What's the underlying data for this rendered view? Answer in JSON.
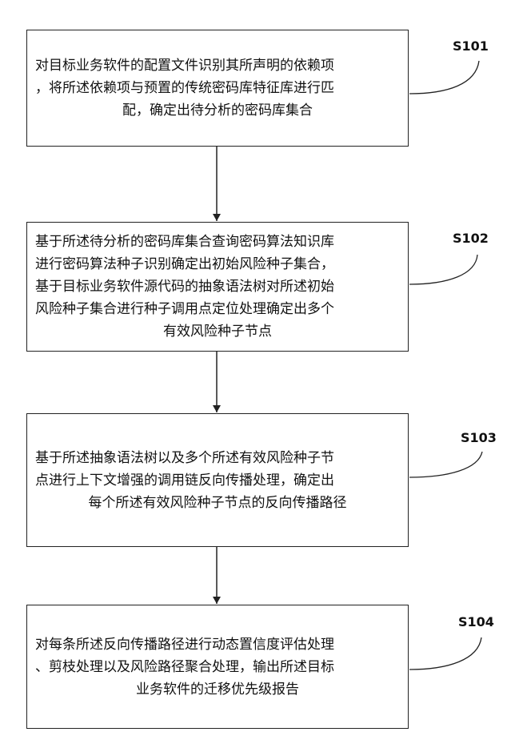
{
  "steps": [
    {
      "label": "S101",
      "lines": [
        "对目标业务软件的配置文件识别其所声明的依赖项",
        "，将所述依赖项与预置的传统密码库特征库进行匹",
        "配，确定出待分析的密码库集合"
      ]
    },
    {
      "label": "S102",
      "lines": [
        "基于所述待分析的密码库集合查询密码算法知识库",
        "进行密码算法种子识别确定出初始风险种子集合，",
        "基于目标业务软件源代码的抽象语法树对所述初始",
        "风险种子集合进行种子调用点定位处理确定出多个",
        "有效风险种子节点"
      ]
    },
    {
      "label": "S103",
      "lines": [
        "基于所述抽象语法树以及多个所述有效风险种子节",
        "点进行上下文增强的调用链反向传播处理，确定出",
        "每个所述有效风险种子节点的反向传播路径"
      ]
    },
    {
      "label": "S104",
      "lines": [
        "对每条所述反向传播路径进行动态置信度评估处理",
        "、剪枝处理以及风险路径聚合处理，输出所述目标",
        "业务软件的迁移优先级报告"
      ]
    }
  ]
}
